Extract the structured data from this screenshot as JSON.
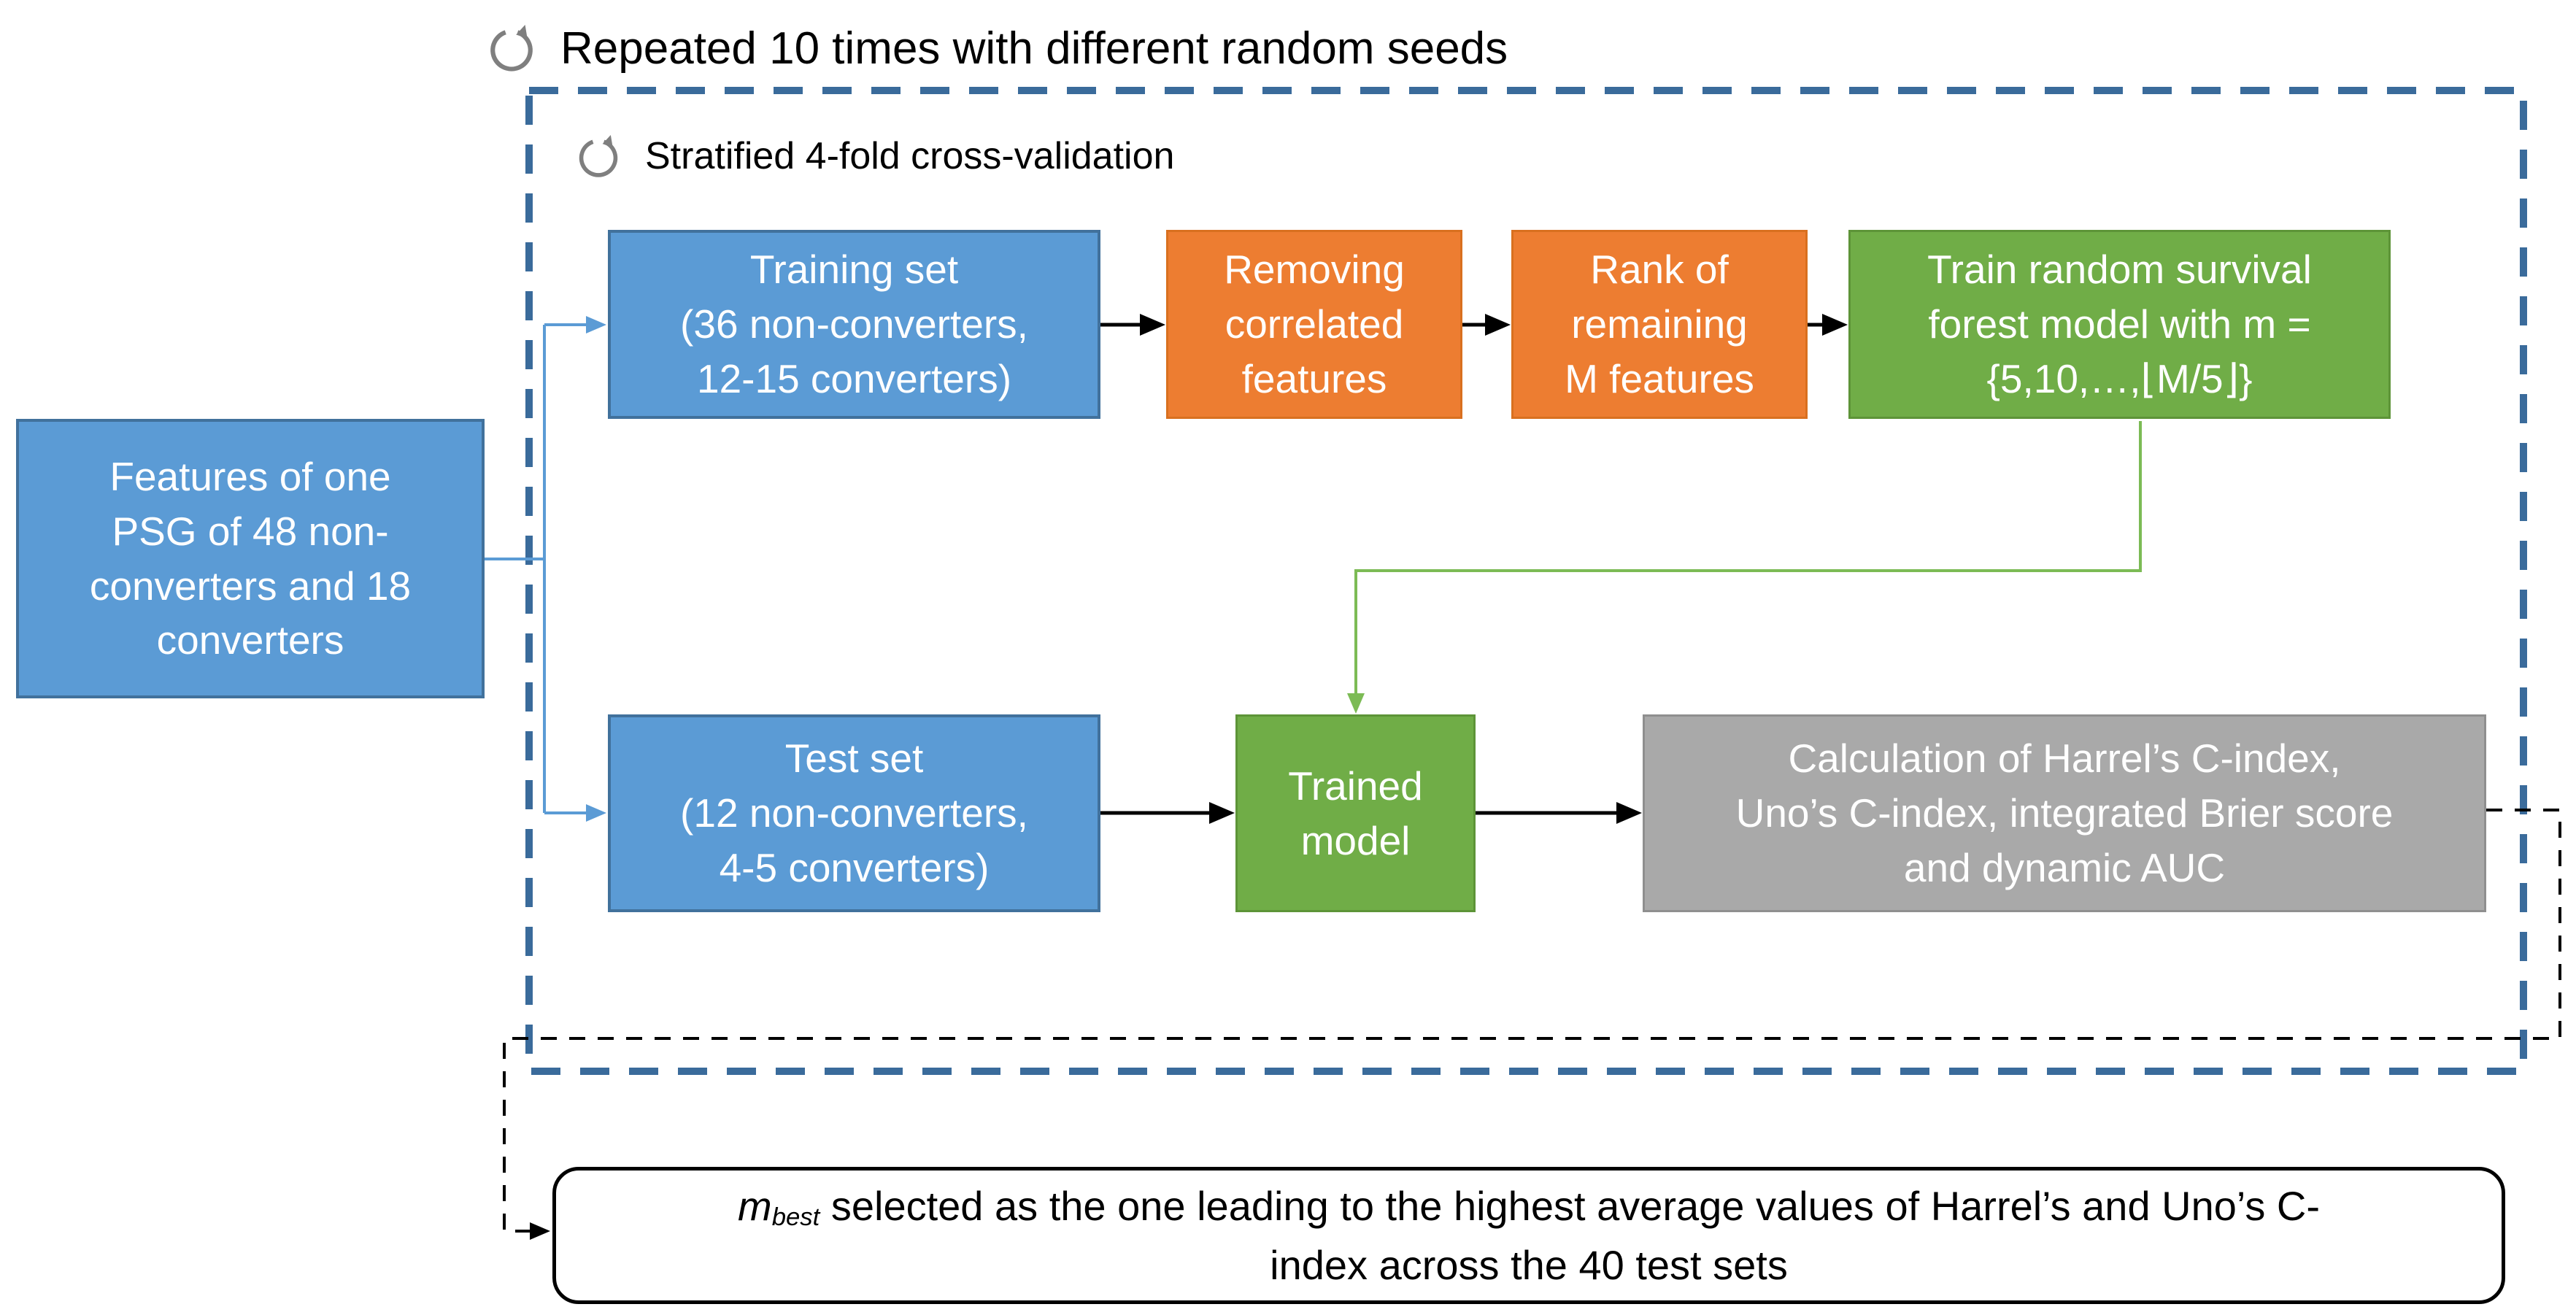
{
  "colors": {
    "blue_fill": "#5B9BD5",
    "blue_border": "#41719C",
    "orange_fill": "#ED7D31",
    "orange_border": "#D9701F",
    "green_fill": "#70AD47",
    "green_border": "#5D9438",
    "gray_fill": "#A9A9A9",
    "gray_border": "#8F8F8F",
    "dashed_border_blue": "#3A6B9B",
    "connector_blue": "#5B9BD5",
    "connector_green": "#7CBB55",
    "connector_black": "#000000",
    "loop_icon_gray": "#7F7F7F",
    "text_white": "#FFFFFF",
    "text_black": "#000000"
  },
  "labels": {
    "repeat_outer": "Repeated 10 times with different random seeds",
    "repeat_inner": "Stratified 4-fold cross-validation"
  },
  "boxes": {
    "features": {
      "lines": [
        "Features of one",
        "PSG of 48 non-",
        "converters and 18",
        "converters"
      ]
    },
    "training": {
      "lines": [
        "Training set",
        "(36 non-converters,",
        "12-15 converters)"
      ]
    },
    "removing": {
      "lines": [
        "Removing",
        "correlated",
        "features"
      ]
    },
    "rank": {
      "lines": [
        "Rank of",
        "remaining",
        "M features"
      ]
    },
    "train_rsf": {
      "lines": [
        "Train random survival",
        "forest model with m =",
        "{5,10,…,⌊M/5⌋}"
      ]
    },
    "test": {
      "lines": [
        "Test set",
        "(12 non-converters,",
        "4-5 converters)"
      ]
    },
    "trained": {
      "lines": [
        "Trained",
        "model"
      ]
    },
    "calculation": {
      "lines": [
        "Calculation of Harrel’s C-index,",
        "Uno’s C-index, integrated Brier score",
        "and dynamic AUC"
      ]
    },
    "result": {
      "m_symbol": "m",
      "m_subscript": "best",
      "line1_rest": " selected as the one leading to the highest average values of Harrel’s and Uno’s C-",
      "line2": "index across the 40 test sets"
    }
  }
}
